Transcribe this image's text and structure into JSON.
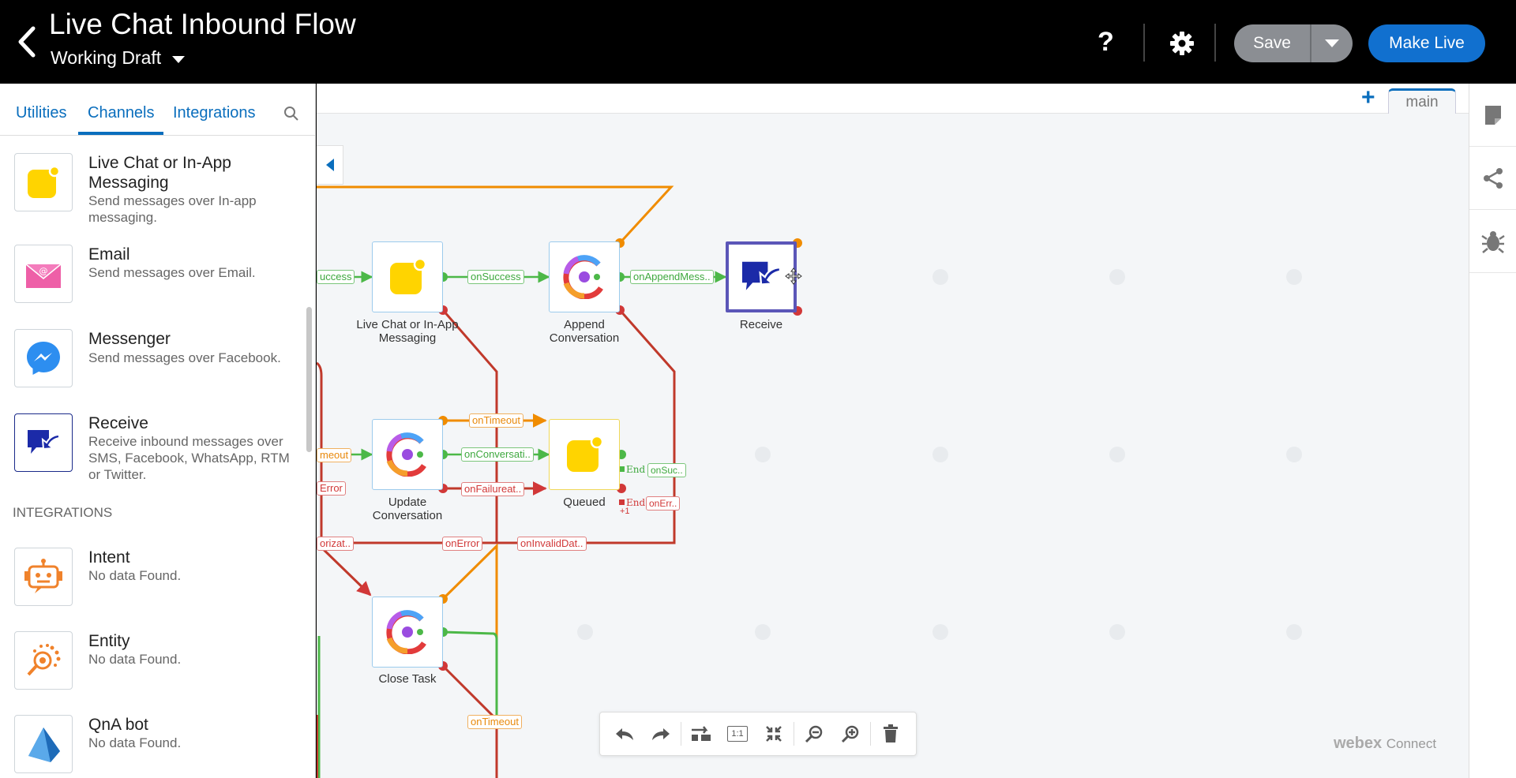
{
  "header": {
    "title": "Live Chat Inbound Flow",
    "version": "Working Draft",
    "help_label": "?",
    "save_label": "Save",
    "make_live_label": "Make Live"
  },
  "panel": {
    "tabs": [
      "Utilities",
      "Channels",
      "Integrations"
    ],
    "active_tab": "Channels",
    "items": [
      {
        "name": "Live Chat or In-App Messaging",
        "desc": "Send messages over In-app messaging.",
        "icon": "live-chat-icon"
      },
      {
        "name": "Email",
        "desc": "Send messages over Email.",
        "icon": "email-icon"
      },
      {
        "name": "Messenger",
        "desc": "Send messages over Facebook.",
        "icon": "messenger-icon"
      },
      {
        "name": "Receive",
        "desc": "Receive inbound messages over SMS, Facebook, WhatsApp, RTM or Twitter.",
        "icon": "receive-icon"
      }
    ],
    "section_integrations": "INTEGRATIONS",
    "integrations": [
      {
        "name": "Intent",
        "desc": "No data Found.",
        "icon": "intent-bot-icon"
      },
      {
        "name": "Entity",
        "desc": "No data Found.",
        "icon": "entity-icon"
      },
      {
        "name": "QnA bot",
        "desc": "No data Found.",
        "icon": "qna-bot-icon"
      }
    ]
  },
  "canvas": {
    "tab_name": "main",
    "add_tab": "+",
    "nodes": {
      "live_chat": "Live Chat or In-App Messaging",
      "append": "Append Conversation",
      "receive": "Receive",
      "update": "Update Conversation",
      "queued": "Queued",
      "close": "Close Task"
    },
    "edge_labels": {
      "success_left": "uccess",
      "on_success": "onSuccess",
      "on_append": "onAppendMess..",
      "on_timeout_top": "onTimeout",
      "timeout_left": "meout",
      "on_conversation": "onConversati..",
      "on_failure": "onFailureat..",
      "error_left": "Error",
      "end_success": "End",
      "on_suc": "onSuc..",
      "end_error": "End",
      "on_err": "onErr..",
      "plus_one": "+1",
      "orizat": "orizat..",
      "on_error": "onError",
      "on_invalid": "onInvalidDat..",
      "on_timeout_bottom": "onTimeout"
    },
    "toolbar_fit_label": "1:1",
    "brand": "webex",
    "brand_suffix": "Connect"
  },
  "colors": {
    "accent": "#1170cf",
    "success": "#4cb848",
    "timeout": "#f08c00",
    "error": "#d13838",
    "selected": "#5b56b8"
  }
}
